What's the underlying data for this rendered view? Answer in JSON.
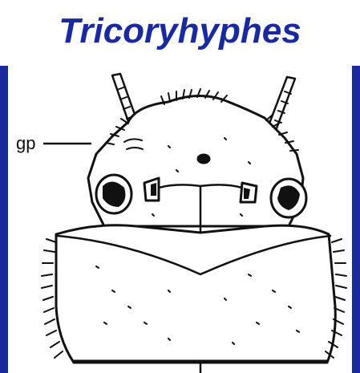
{
  "title": {
    "text": "Tricoryhyphes"
  },
  "figure": {
    "labels": [
      {
        "id": "gp",
        "text": "gp"
      }
    ]
  },
  "colors": {
    "border": "#1a2a9c",
    "title": "#1a2a9c",
    "ink": "#111111",
    "paper": "#ffffff"
  }
}
